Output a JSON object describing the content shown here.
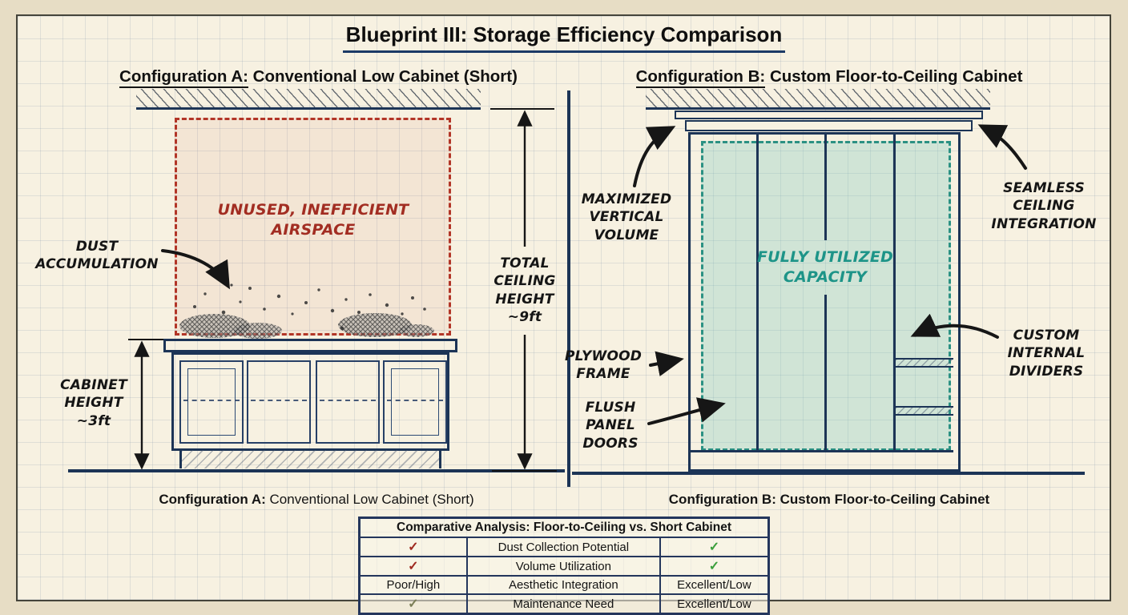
{
  "title": "Blueprint III: Storage Efficiency Comparison",
  "panel_a": {
    "header_prefix": "Configuration A:",
    "header_rest": " Conventional Low Cabinet (Short)",
    "caption_prefix": "Configuration A:",
    "caption_rest": " Conventional Low Cabinet (Short)",
    "airspace_label": "UNUSED, INEFFICIENT\nAIRSPACE",
    "dust_label": "DUST\nACCUMULATION",
    "cabinet_height_label": "CABINET\nHEIGHT\n~3ft",
    "ceiling_height_label": "TOTAL\nCEILING\nHEIGHT\n~9ft"
  },
  "panel_b": {
    "header_prefix": "Configuration B:",
    "header_rest": " Custom Floor-to-Ceiling Cabinet",
    "caption_prefix": "Configuration B:",
    "caption_rest": " Custom Floor-to-Ceiling Cabinet",
    "capacity_label": "FULLY UTILIZED\nCAPACITY",
    "maximized_label": "MAXIMIZED\nVERTICAL\nVOLUME",
    "seamless_label": "SEAMLESS\nCEILING\nINTEGRATION",
    "plywood_label": "PLYWOOD\nFRAME",
    "flush_label": "FLUSH\nPANEL\nDOORS",
    "dividers_label": "CUSTOM\nINTERNAL\nDIVIDERS"
  },
  "table": {
    "header": "Comparative Analysis: Floor-to-Ceiling vs. Short Cabinet",
    "rows": [
      {
        "left": "✓",
        "middle": "Dust Collection Potential",
        "right": "✓"
      },
      {
        "left": "✓",
        "middle": "Volume Utilization",
        "right": "✓"
      },
      {
        "left": "Poor/High",
        "middle": "Aesthetic Integration",
        "right": "Excellent/Low"
      },
      {
        "left": "✓",
        "middle": "Maintenance Need",
        "right": "Excellent/Low"
      }
    ]
  },
  "colors": {
    "paper": "#f7f1e1",
    "margin": "#e7ddc5",
    "ink_navy": "#1c3456",
    "annotation_red": "#a22d22",
    "annotation_teal": "#1d9488",
    "dashed_red": "#b23527",
    "dashed_teal": "#2b9183",
    "check_bad": "#9f2a20",
    "check_good": "#3b9e3b",
    "check_neutral": "#7b7e57"
  }
}
